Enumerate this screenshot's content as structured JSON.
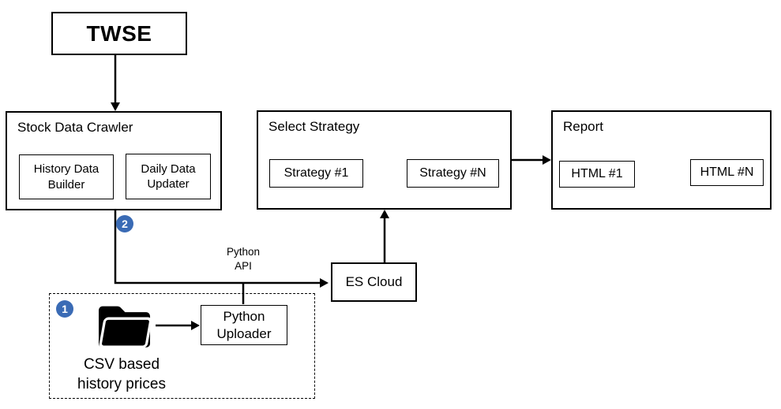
{
  "diagram": {
    "twse": {
      "label": "TWSE"
    },
    "stock_data_crawler": {
      "title": "Stock Data Crawler",
      "history_data_builder": "History Data Builder",
      "daily_data_updater": "Daily Data Updater"
    },
    "select_strategy": {
      "title": "Select Strategy",
      "strategy_1": "Strategy #1",
      "strategy_n": "Strategy #N"
    },
    "report": {
      "title": "Report",
      "html_1": "HTML #1",
      "html_n": "HTML #N"
    },
    "es_cloud": {
      "label": "ES Cloud"
    },
    "python_api": {
      "line1": "Python",
      "line2": "API"
    },
    "python_uploader": {
      "label": "Python Uploader"
    },
    "csv_store": {
      "line1": "CSV based",
      "line2": "history prices"
    },
    "badges": {
      "step1": "1",
      "step2": "2"
    },
    "colors": {
      "badge_blue": "#3A6BB5",
      "line": "#000000",
      "background": "#FFFFFF"
    }
  }
}
